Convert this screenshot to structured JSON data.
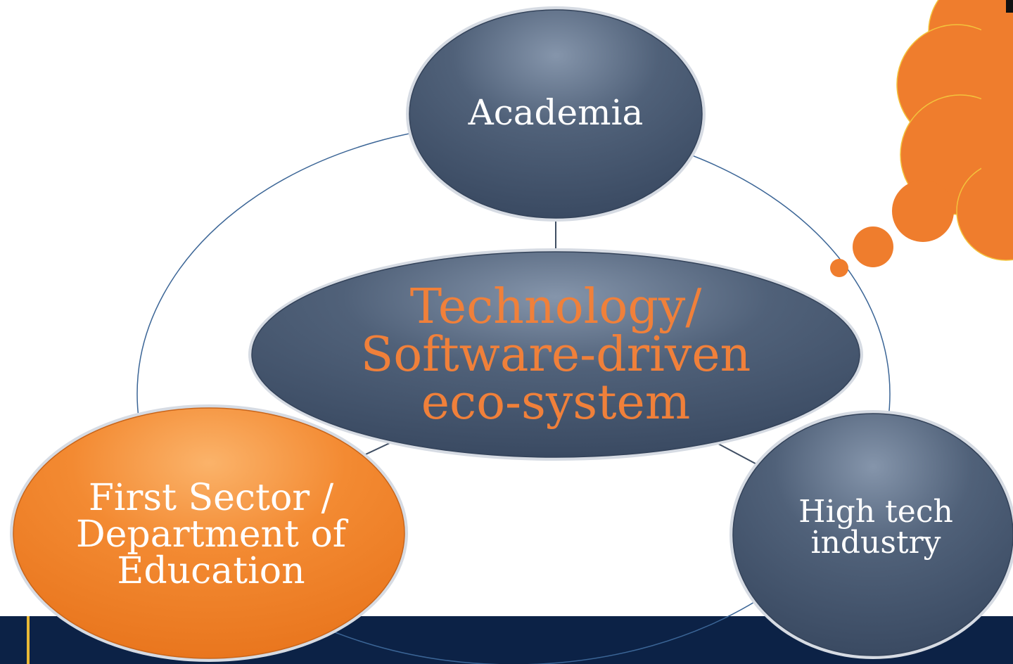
{
  "diagram": {
    "nodes": {
      "academia": {
        "lines": [
          "Academia"
        ]
      },
      "center": {
        "lines": [
          "Technology/",
          "Software-driven",
          "eco-system"
        ]
      },
      "first_sector": {
        "lines": [
          "First Sector /",
          "Department of",
          "Education"
        ]
      },
      "high_tech": {
        "lines": [
          "High tech",
          "industry"
        ]
      }
    },
    "colors": {
      "node_fill": "#43546e",
      "node_highlight": "#8595ab",
      "first_sector_fill": "#f0852e",
      "first_sector_highlight": "#fbb36a",
      "center_text": "#f0803a",
      "ring": "#3b6596",
      "thought_cloud": "#ef7d2d",
      "footer": "#0c2246",
      "footer_accent": "#e9b936"
    }
  }
}
